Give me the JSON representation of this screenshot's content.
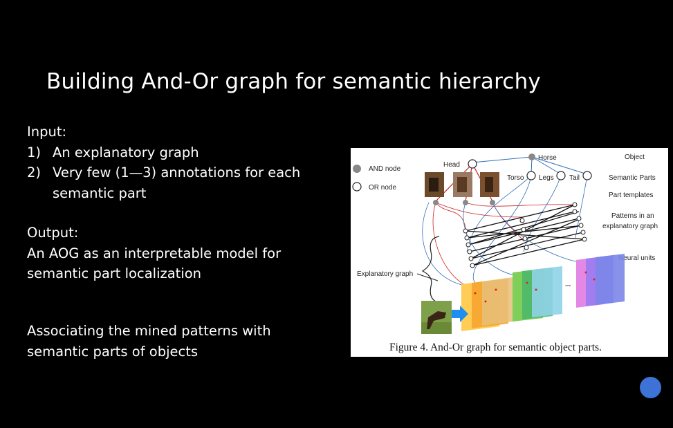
{
  "slide": {
    "title": "Building And-Or graph for semantic hierarchy",
    "input_heading": "Input:",
    "input_items": [
      {
        "num": "1)",
        "text": "An explanatory graph"
      },
      {
        "num": "2)",
        "text": "Very few (1—3) annotations for each",
        "cont": "semantic part"
      }
    ],
    "output_heading": "Output:",
    "output_lines": [
      "An AOG as an interpretable model for",
      "semantic part localization"
    ],
    "associating_lines": [
      "Associating the mined patterns with",
      "semantic parts of objects"
    ]
  },
  "figure": {
    "legend": {
      "and_node": "AND node",
      "or_node": "OR node"
    },
    "nodes": {
      "head": "Head",
      "horse": "Horse",
      "torso": "Torso",
      "legs": "Legs",
      "tail": "Tail"
    },
    "right_labels": {
      "object": "Object",
      "semantic_parts": "Semantic Parts",
      "part_templates": "Part templates",
      "patterns_1": "Patterns in an",
      "patterns_2": "explanatory graph",
      "neural_units": "Neural units"
    },
    "explanatory_graph": "Explanatory graph",
    "ellipsis": "...",
    "caption": "Figure 4. And-Or graph for semantic object parts."
  },
  "colors": {
    "background": "#000000",
    "text": "#ffffff",
    "button": "#3d73d6"
  },
  "icons": {
    "record_button": "circle-record-icon"
  }
}
